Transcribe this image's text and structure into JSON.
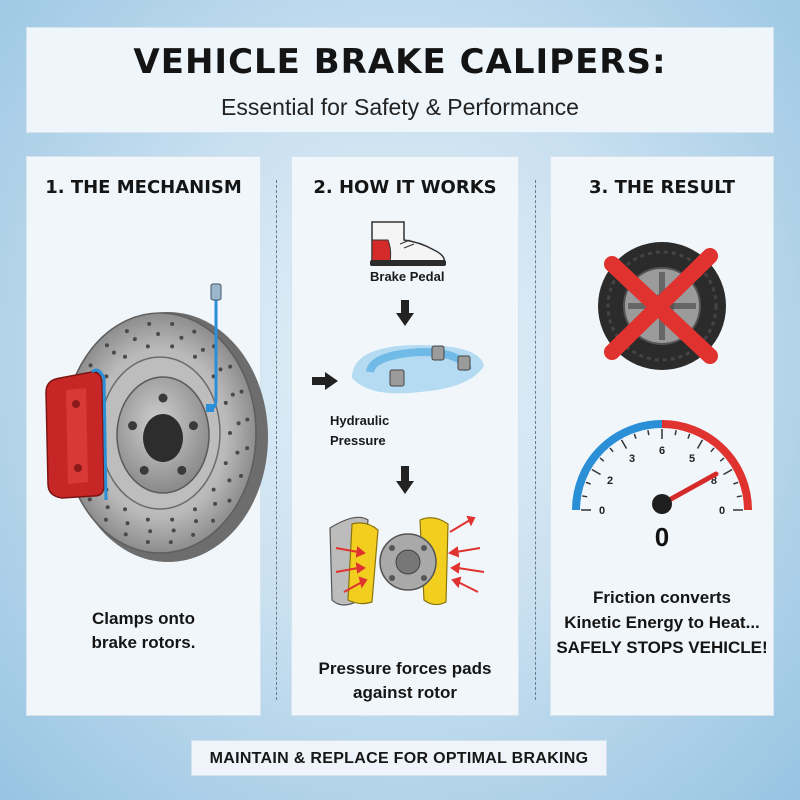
{
  "header": {
    "title": "VEHICLE BRAKE CALIPERS:",
    "subtitle": "Essential for Safety & Performance"
  },
  "panels": [
    {
      "heading": "1. THE MECHANISM",
      "caption_lines": [
        "Clamps onto",
        "brake rotors."
      ]
    },
    {
      "heading": "2. HOW IT WORKS",
      "pedal_label": "Brake Pedal",
      "hydraulic_label_lines": [
        "Hydraulic",
        "Pressure"
      ],
      "caption_lines": [
        "Pressure forces pads",
        "against rotor"
      ]
    },
    {
      "heading": "3. THE RESULT",
      "gauge": {
        "tick_labels": [
          "0",
          "2",
          "3",
          "6",
          "5",
          "8",
          "0"
        ],
        "readout": "0",
        "blue_color": "#2a8fd6",
        "red_color": "#e0322e"
      },
      "caption_lines": [
        "Friction converts",
        "Kinetic Energy to Heat...",
        "SAFELY STOPS VEHICLE!"
      ]
    }
  ],
  "footer": {
    "text": "MAINTAIN & REPLACE FOR OPTIMAL BRAKING"
  },
  "colors": {
    "caliper_red": "#d42a2a",
    "brake_line_blue": "#2a8fd6",
    "pad_yellow": "#f2cf1f",
    "cross_red": "#e0322e"
  }
}
